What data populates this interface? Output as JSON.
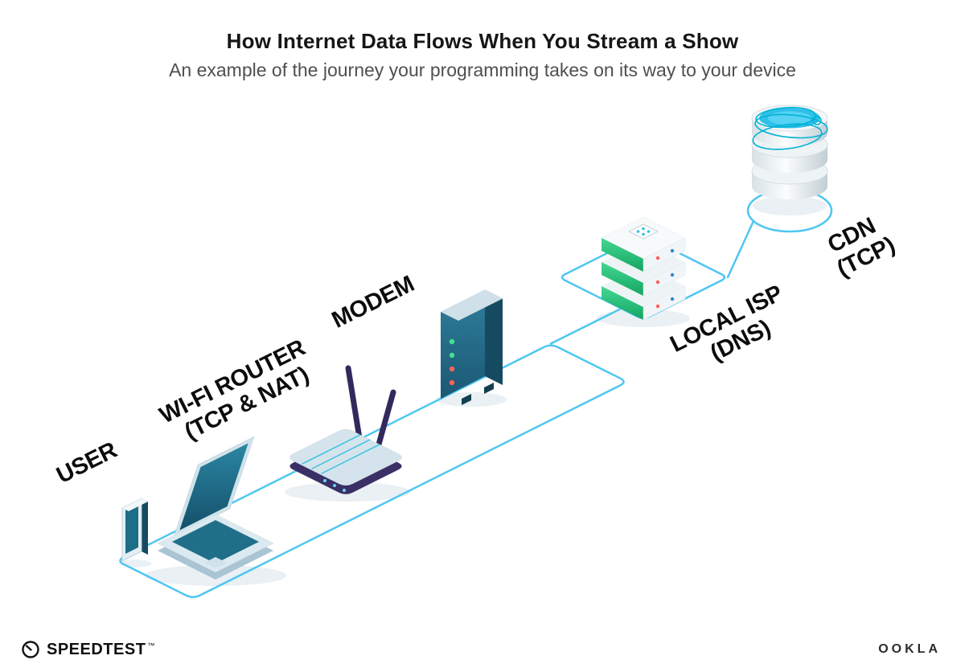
{
  "header": {
    "title": "How Internet Data Flows When You Stream a Show",
    "subtitle": "An example of the journey your programming takes on its way to your device"
  },
  "diagram": {
    "labels": {
      "user": {
        "line1": "USER"
      },
      "router": {
        "line1": "WI-FI ROUTER",
        "line2": "(TCP & NAT)"
      },
      "modem": {
        "line1": "MODEM"
      },
      "isp": {
        "line1": "LOCAL ISP",
        "line2": "(DNS)"
      },
      "cdn": {
        "line1": "CDN",
        "line2": "(TCP)"
      }
    },
    "colors": {
      "connection_line": "#4fc6f2",
      "device_teal": "#1d6e87",
      "server_green": "#2fc982",
      "cdn_cyan": "#2fc0ea",
      "antenna_navy": "#33295c"
    }
  },
  "footer": {
    "speedtest": "SPEEDTEST",
    "speedtest_trademark": "™",
    "ookla": "OOKLA"
  }
}
